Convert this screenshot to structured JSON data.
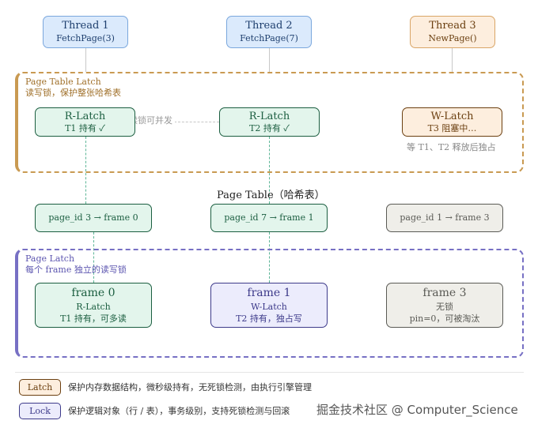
{
  "threads": [
    {
      "name": "Thread 1",
      "call": "FetchPage(3)"
    },
    {
      "name": "Thread 2",
      "call": "FetchPage(7)"
    },
    {
      "name": "Thread 3",
      "call": "NewPage()"
    }
  ],
  "page_table_latch": {
    "title": "Page Table Latch",
    "subtitle": "读写锁，保护整张哈希表",
    "latches": [
      {
        "mode": "R-Latch",
        "status": "T1 持有 ✓"
      },
      {
        "mode": "R-Latch",
        "status": "T2 持有 ✓"
      },
      {
        "mode": "W-Latch",
        "status": "T3 阻塞中…"
      }
    ],
    "concurrent_note": "读锁可并发",
    "wait_note": "等 T1、T2 释放后独占"
  },
  "page_table": {
    "label": "Page Table（哈希表）",
    "entries": [
      "page_id 3 → frame 0",
      "page_id 7 → frame 1",
      "page_id 1 → frame 3"
    ]
  },
  "page_latch": {
    "title": "Page Latch",
    "subtitle": "每个 frame 独立的读写锁",
    "frames": [
      {
        "name": "frame 0",
        "latch": "R-Latch",
        "status": "T1 持有，可多读"
      },
      {
        "name": "frame 1",
        "latch": "W-Latch",
        "status": "T2 持有，独占写"
      },
      {
        "name": "frame 3",
        "latch": "无锁",
        "status": "pin=0，可被淘汰"
      }
    ]
  },
  "legend": [
    {
      "key": "Latch",
      "text": "保护内存数据结构，微秒级持有，无死锁检测，由执行引擎管理",
      "color": "#fdeede"
    },
    {
      "key": "Lock",
      "text": "保护逻辑对象（行 / 表），事务级别，支持死锁检测与回滚",
      "color": "#ececfc"
    }
  ],
  "watermark": "掘金技术社区 @ Computer_Science"
}
